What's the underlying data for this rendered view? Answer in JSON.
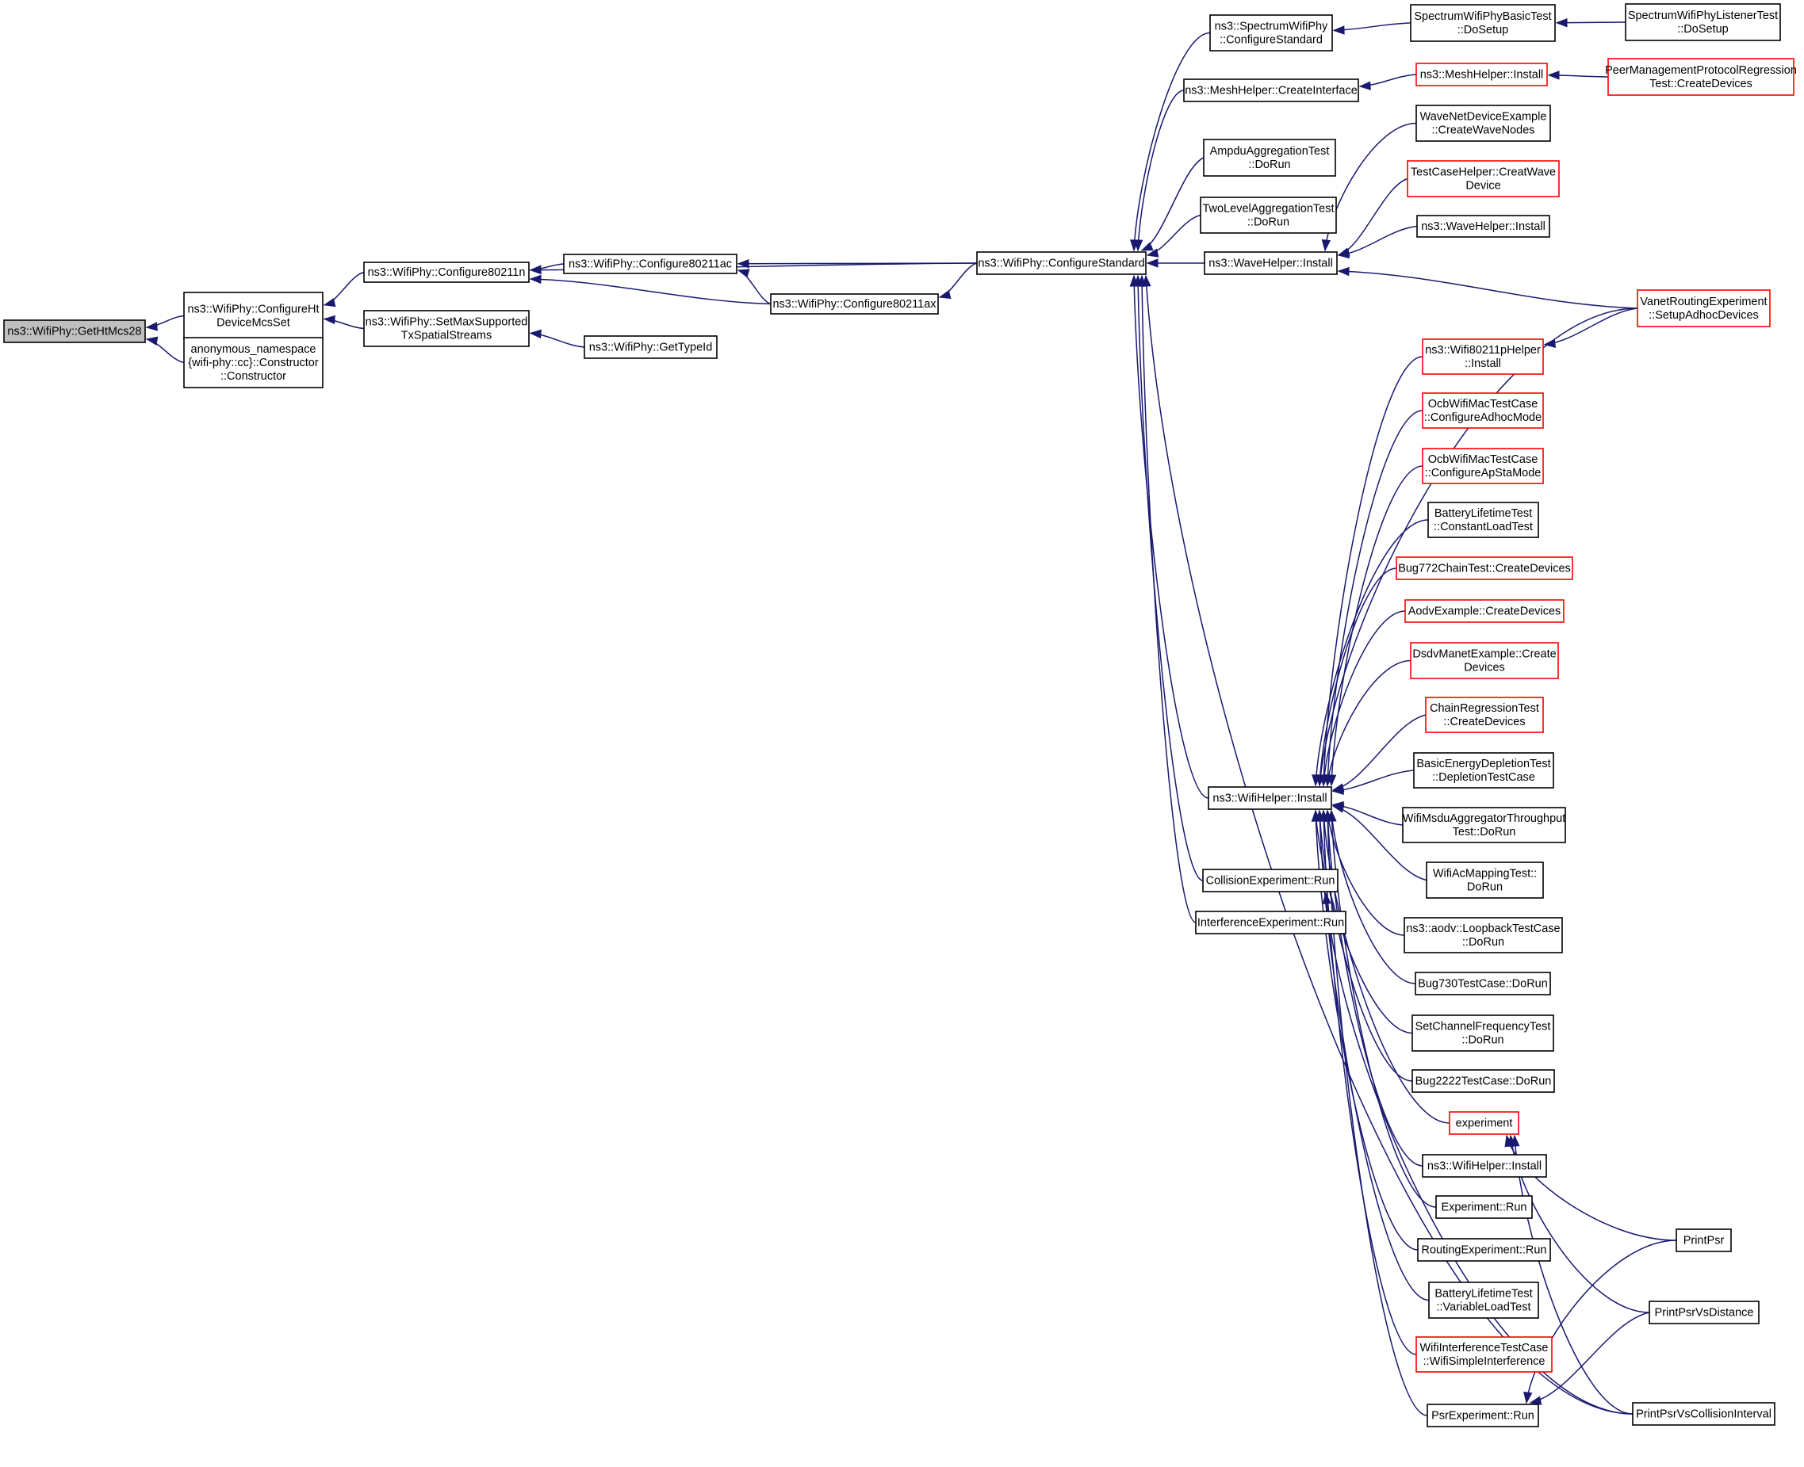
{
  "title": "Caller graph of ns3::WifiPhy::GetHtMcs28",
  "colors": {
    "edge": "#191970",
    "border": "#000000",
    "border_incomplete": "#ff0000",
    "focus_fill": "#bfbfbf",
    "background": "#ffffff"
  },
  "nodes": [
    {
      "id": "getHtMcs28",
      "lines": [
        "ns3::WifiPhy::GetHtMcs28"
      ],
      "style": "focus"
    },
    {
      "id": "configureHtDeviceMcsSet",
      "lines": [
        "ns3::WifiPhy::ConfigureHt",
        "DeviceMcsSet"
      ],
      "style": "normal"
    },
    {
      "id": "anonConstructor",
      "lines": [
        "anonymous_namespace",
        "{wifi-phy::cc}::Constructor",
        "::Constructor"
      ],
      "style": "normal"
    },
    {
      "id": "configure80211n",
      "lines": [
        "ns3::WifiPhy::Configure80211n"
      ],
      "style": "normal"
    },
    {
      "id": "setMaxSupported",
      "lines": [
        "ns3::WifiPhy::SetMaxSupported",
        "TxSpatialStreams"
      ],
      "style": "normal"
    },
    {
      "id": "configure80211ac",
      "lines": [
        "ns3::WifiPhy::Configure80211ac"
      ],
      "style": "normal"
    },
    {
      "id": "getTypeId",
      "lines": [
        "ns3::WifiPhy::GetTypeId"
      ],
      "style": "normal"
    },
    {
      "id": "configure80211ax",
      "lines": [
        "ns3::WifiPhy::Configure80211ax"
      ],
      "style": "normal"
    },
    {
      "id": "configureStandard",
      "lines": [
        "ns3::WifiPhy::ConfigureStandard"
      ],
      "style": "normal"
    },
    {
      "id": "spectrumConfigureStandard",
      "lines": [
        "ns3::SpectrumWifiPhy",
        "::ConfigureStandard"
      ],
      "style": "normal"
    },
    {
      "id": "meshCreateInterface",
      "lines": [
        "ns3::MeshHelper::CreateInterface"
      ],
      "style": "normal"
    },
    {
      "id": "ampduAggregation",
      "lines": [
        "AmpduAggregationTest",
        "::DoRun"
      ],
      "style": "normal"
    },
    {
      "id": "twoLevelAggregation",
      "lines": [
        "TwoLevelAggregationTest",
        "::DoRun"
      ],
      "style": "normal"
    },
    {
      "id": "waveHelperInstall",
      "lines": [
        "ns3::WaveHelper::Install"
      ],
      "style": "normal"
    },
    {
      "id": "wifiHelperInstall",
      "lines": [
        "ns3::WifiHelper::Install"
      ],
      "style": "normal"
    },
    {
      "id": "collisionRun",
      "lines": [
        "CollisionExperiment::Run"
      ],
      "style": "normal"
    },
    {
      "id": "interferenceRun",
      "lines": [
        "InterferenceExperiment::Run"
      ],
      "style": "normal"
    },
    {
      "id": "spectrumBasicSetup",
      "lines": [
        "SpectrumWifiPhyBasicTest",
        "::DoSetup"
      ],
      "style": "normal"
    },
    {
      "id": "meshHelperInstall",
      "lines": [
        "ns3::MeshHelper::Install"
      ],
      "style": "red"
    },
    {
      "id": "waveNetCreateNodes",
      "lines": [
        "WaveNetDeviceExample",
        "::CreateWaveNodes"
      ],
      "style": "normal"
    },
    {
      "id": "testCaseCreatWave",
      "lines": [
        "TestCaseHelper::CreatWave",
        "Device"
      ],
      "style": "red"
    },
    {
      "id": "waveHelperInstall2",
      "lines": [
        "ns3::WaveHelper::Install"
      ],
      "style": "normal"
    },
    {
      "id": "spectrumListenerSetup",
      "lines": [
        "SpectrumWifiPhyListenerTest",
        "::DoSetup"
      ],
      "style": "normal"
    },
    {
      "id": "peerMgmtCreate",
      "lines": [
        "PeerManagementProtocolRegression",
        "Test::CreateDevices"
      ],
      "style": "red"
    },
    {
      "id": "vanetSetupAdhoc",
      "lines": [
        "VanetRoutingExperiment",
        "::SetupAdhocDevices"
      ],
      "style": "red"
    },
    {
      "id": "wifi80211pInstall",
      "lines": [
        "ns3::Wifi80211pHelper",
        "::Install"
      ],
      "style": "red"
    },
    {
      "id": "ocbAdhoc",
      "lines": [
        "OcbWifiMacTestCase",
        "::ConfigureAdhocMode"
      ],
      "style": "red"
    },
    {
      "id": "ocbApSta",
      "lines": [
        "OcbWifiMacTestCase",
        "::ConfigureApStaMode"
      ],
      "style": "red"
    },
    {
      "id": "batteryConstant",
      "lines": [
        "BatteryLifetimeTest",
        "::ConstantLoadTest"
      ],
      "style": "normal"
    },
    {
      "id": "bug772",
      "lines": [
        "Bug772ChainTest::CreateDevices"
      ],
      "style": "red"
    },
    {
      "id": "aodvExample",
      "lines": [
        "AodvExample::CreateDevices"
      ],
      "style": "red"
    },
    {
      "id": "dsdvManet",
      "lines": [
        "DsdvManetExample::Create",
        "Devices"
      ],
      "style": "red"
    },
    {
      "id": "chainRegression",
      "lines": [
        "ChainRegressionTest",
        "::CreateDevices"
      ],
      "style": "red"
    },
    {
      "id": "basicEnergy",
      "lines": [
        "BasicEnergyDepletionTest",
        "::DepletionTestCase"
      ],
      "style": "normal"
    },
    {
      "id": "wifiMsdu",
      "lines": [
        "WifiMsduAggregatorThroughput",
        "Test::DoRun"
      ],
      "style": "normal"
    },
    {
      "id": "wifiAcMapping",
      "lines": [
        "WifiAcMappingTest::",
        "DoRun"
      ],
      "style": "normal"
    },
    {
      "id": "aodvLoopback",
      "lines": [
        "ns3::aodv::LoopbackTestCase",
        "::DoRun"
      ],
      "style": "normal"
    },
    {
      "id": "bug730",
      "lines": [
        "Bug730TestCase::DoRun"
      ],
      "style": "normal"
    },
    {
      "id": "setChannelFreq",
      "lines": [
        "SetChannelFrequencyTest",
        "::DoRun"
      ],
      "style": "normal"
    },
    {
      "id": "bug2222",
      "lines": [
        "Bug2222TestCase::DoRun"
      ],
      "style": "normal"
    },
    {
      "id": "experiment",
      "lines": [
        "experiment"
      ],
      "style": "red"
    },
    {
      "id": "wifiHelperInstall2",
      "lines": [
        "ns3::WifiHelper::Install"
      ],
      "style": "normal"
    },
    {
      "id": "experimentRun",
      "lines": [
        "Experiment::Run"
      ],
      "style": "normal"
    },
    {
      "id": "routingRun",
      "lines": [
        "RoutingExperiment::Run"
      ],
      "style": "normal"
    },
    {
      "id": "batteryVariable",
      "lines": [
        "BatteryLifetimeTest",
        "::VariableLoadTest"
      ],
      "style": "normal"
    },
    {
      "id": "wifiInterference",
      "lines": [
        "WifiInterferenceTestCase",
        "::WifiSimpleInterference"
      ],
      "style": "red"
    },
    {
      "id": "psrRun",
      "lines": [
        "PsrExperiment::Run"
      ],
      "style": "normal"
    },
    {
      "id": "printPsr",
      "lines": [
        "PrintPsr"
      ],
      "style": "normal"
    },
    {
      "id": "printPsrVsDistance",
      "lines": [
        "PrintPsrVsDistance"
      ],
      "style": "normal"
    },
    {
      "id": "printPsrVsCollision",
      "lines": [
        "PrintPsrVsCollisionInterval"
      ],
      "style": "normal"
    }
  ],
  "edges": [
    [
      "configureHtDeviceMcsSet",
      "getHtMcs28"
    ],
    [
      "anonConstructor",
      "getHtMcs28"
    ],
    [
      "configure80211n",
      "configureHtDeviceMcsSet"
    ],
    [
      "setMaxSupported",
      "configureHtDeviceMcsSet"
    ],
    [
      "configure80211ac",
      "configure80211n"
    ],
    [
      "configure80211ax",
      "configure80211n"
    ],
    [
      "configureStandard",
      "configure80211n"
    ],
    [
      "getTypeId",
      "setMaxSupported"
    ],
    [
      "configureStandard",
      "configure80211ac"
    ],
    [
      "configure80211ax",
      "configure80211ac"
    ],
    [
      "configureStandard",
      "configure80211ax"
    ],
    [
      "spectrumConfigureStandard",
      "configureStandard"
    ],
    [
      "meshCreateInterface",
      "configureStandard"
    ],
    [
      "ampduAggregation",
      "configureStandard"
    ],
    [
      "twoLevelAggregation",
      "configureStandard"
    ],
    [
      "waveHelperInstall",
      "configureStandard"
    ],
    [
      "wifiHelperInstall",
      "configureStandard"
    ],
    [
      "collisionRun",
      "configureStandard"
    ],
    [
      "interferenceRun",
      "configureStandard"
    ],
    [
      "spectrumBasicSetup",
      "spectrumConfigureStandard"
    ],
    [
      "spectrumListenerSetup",
      "spectrumBasicSetup"
    ],
    [
      "meshHelperInstall",
      "meshCreateInterface"
    ],
    [
      "peerMgmtCreate",
      "meshHelperInstall"
    ],
    [
      "waveNetCreateNodes",
      "waveHelperInstall"
    ],
    [
      "testCaseCreatWave",
      "waveHelperInstall"
    ],
    [
      "waveHelperInstall2",
      "waveHelperInstall"
    ],
    [
      "vanetSetupAdhoc",
      "waveHelperInstall"
    ],
    [
      "vanetSetupAdhoc",
      "wifiHelperInstall"
    ],
    [
      "vanetSetupAdhoc",
      "wifi80211pInstall"
    ],
    [
      "wifi80211pInstall",
      "wifiHelperInstall"
    ],
    [
      "ocbAdhoc",
      "wifiHelperInstall"
    ],
    [
      "ocbApSta",
      "wifiHelperInstall"
    ],
    [
      "batteryConstant",
      "wifiHelperInstall"
    ],
    [
      "bug772",
      "wifiHelperInstall"
    ],
    [
      "aodvExample",
      "wifiHelperInstall"
    ],
    [
      "dsdvManet",
      "wifiHelperInstall"
    ],
    [
      "chainRegression",
      "wifiHelperInstall"
    ],
    [
      "basicEnergy",
      "wifiHelperInstall"
    ],
    [
      "wifiMsdu",
      "wifiHelperInstall"
    ],
    [
      "wifiAcMapping",
      "wifiHelperInstall"
    ],
    [
      "aodvLoopback",
      "wifiHelperInstall"
    ],
    [
      "bug730",
      "wifiHelperInstall"
    ],
    [
      "setChannelFreq",
      "wifiHelperInstall"
    ],
    [
      "bug2222",
      "wifiHelperInstall"
    ],
    [
      "experiment",
      "wifiHelperInstall"
    ],
    [
      "wifiHelperInstall2",
      "wifiHelperInstall"
    ],
    [
      "experimentRun",
      "wifiHelperInstall"
    ],
    [
      "routingRun",
      "wifiHelperInstall"
    ],
    [
      "batteryVariable",
      "wifiHelperInstall"
    ],
    [
      "wifiInterference",
      "wifiHelperInstall"
    ],
    [
      "psrRun",
      "wifiHelperInstall"
    ],
    [
      "printPsrVsCollision",
      "collisionRun"
    ],
    [
      "printPsr",
      "experiment"
    ],
    [
      "printPsrVsDistance",
      "experiment"
    ],
    [
      "printPsrVsCollision",
      "experiment"
    ],
    [
      "printPsr",
      "psrRun"
    ],
    [
      "printPsrVsDistance",
      "psrRun"
    ],
    [
      "printPsrVsCollision",
      "configureStandard"
    ]
  ]
}
